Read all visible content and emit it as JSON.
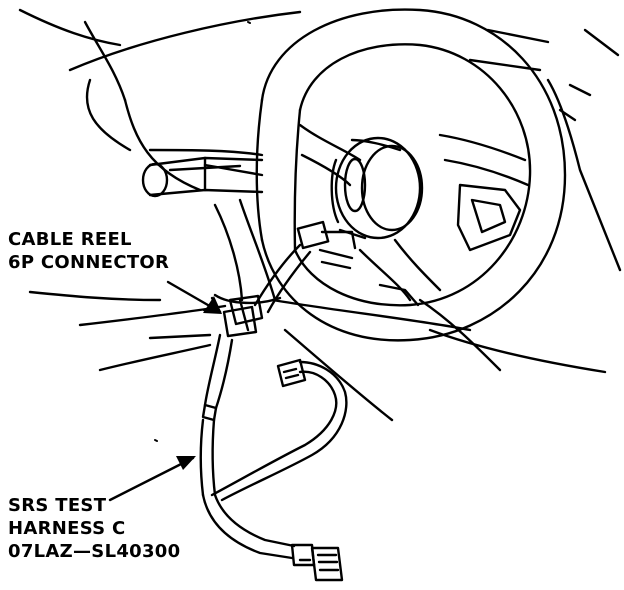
{
  "callouts": {
    "cable_reel": {
      "line1": "CABLE REEL",
      "line2": "6P CONNECTOR"
    },
    "srs_harness": {
      "line1": "SRS TEST",
      "line2": "HARNESS C",
      "line3": "07LAZ—SL40300"
    }
  },
  "colors": {
    "ink": "#000000",
    "paper": "#ffffff"
  }
}
